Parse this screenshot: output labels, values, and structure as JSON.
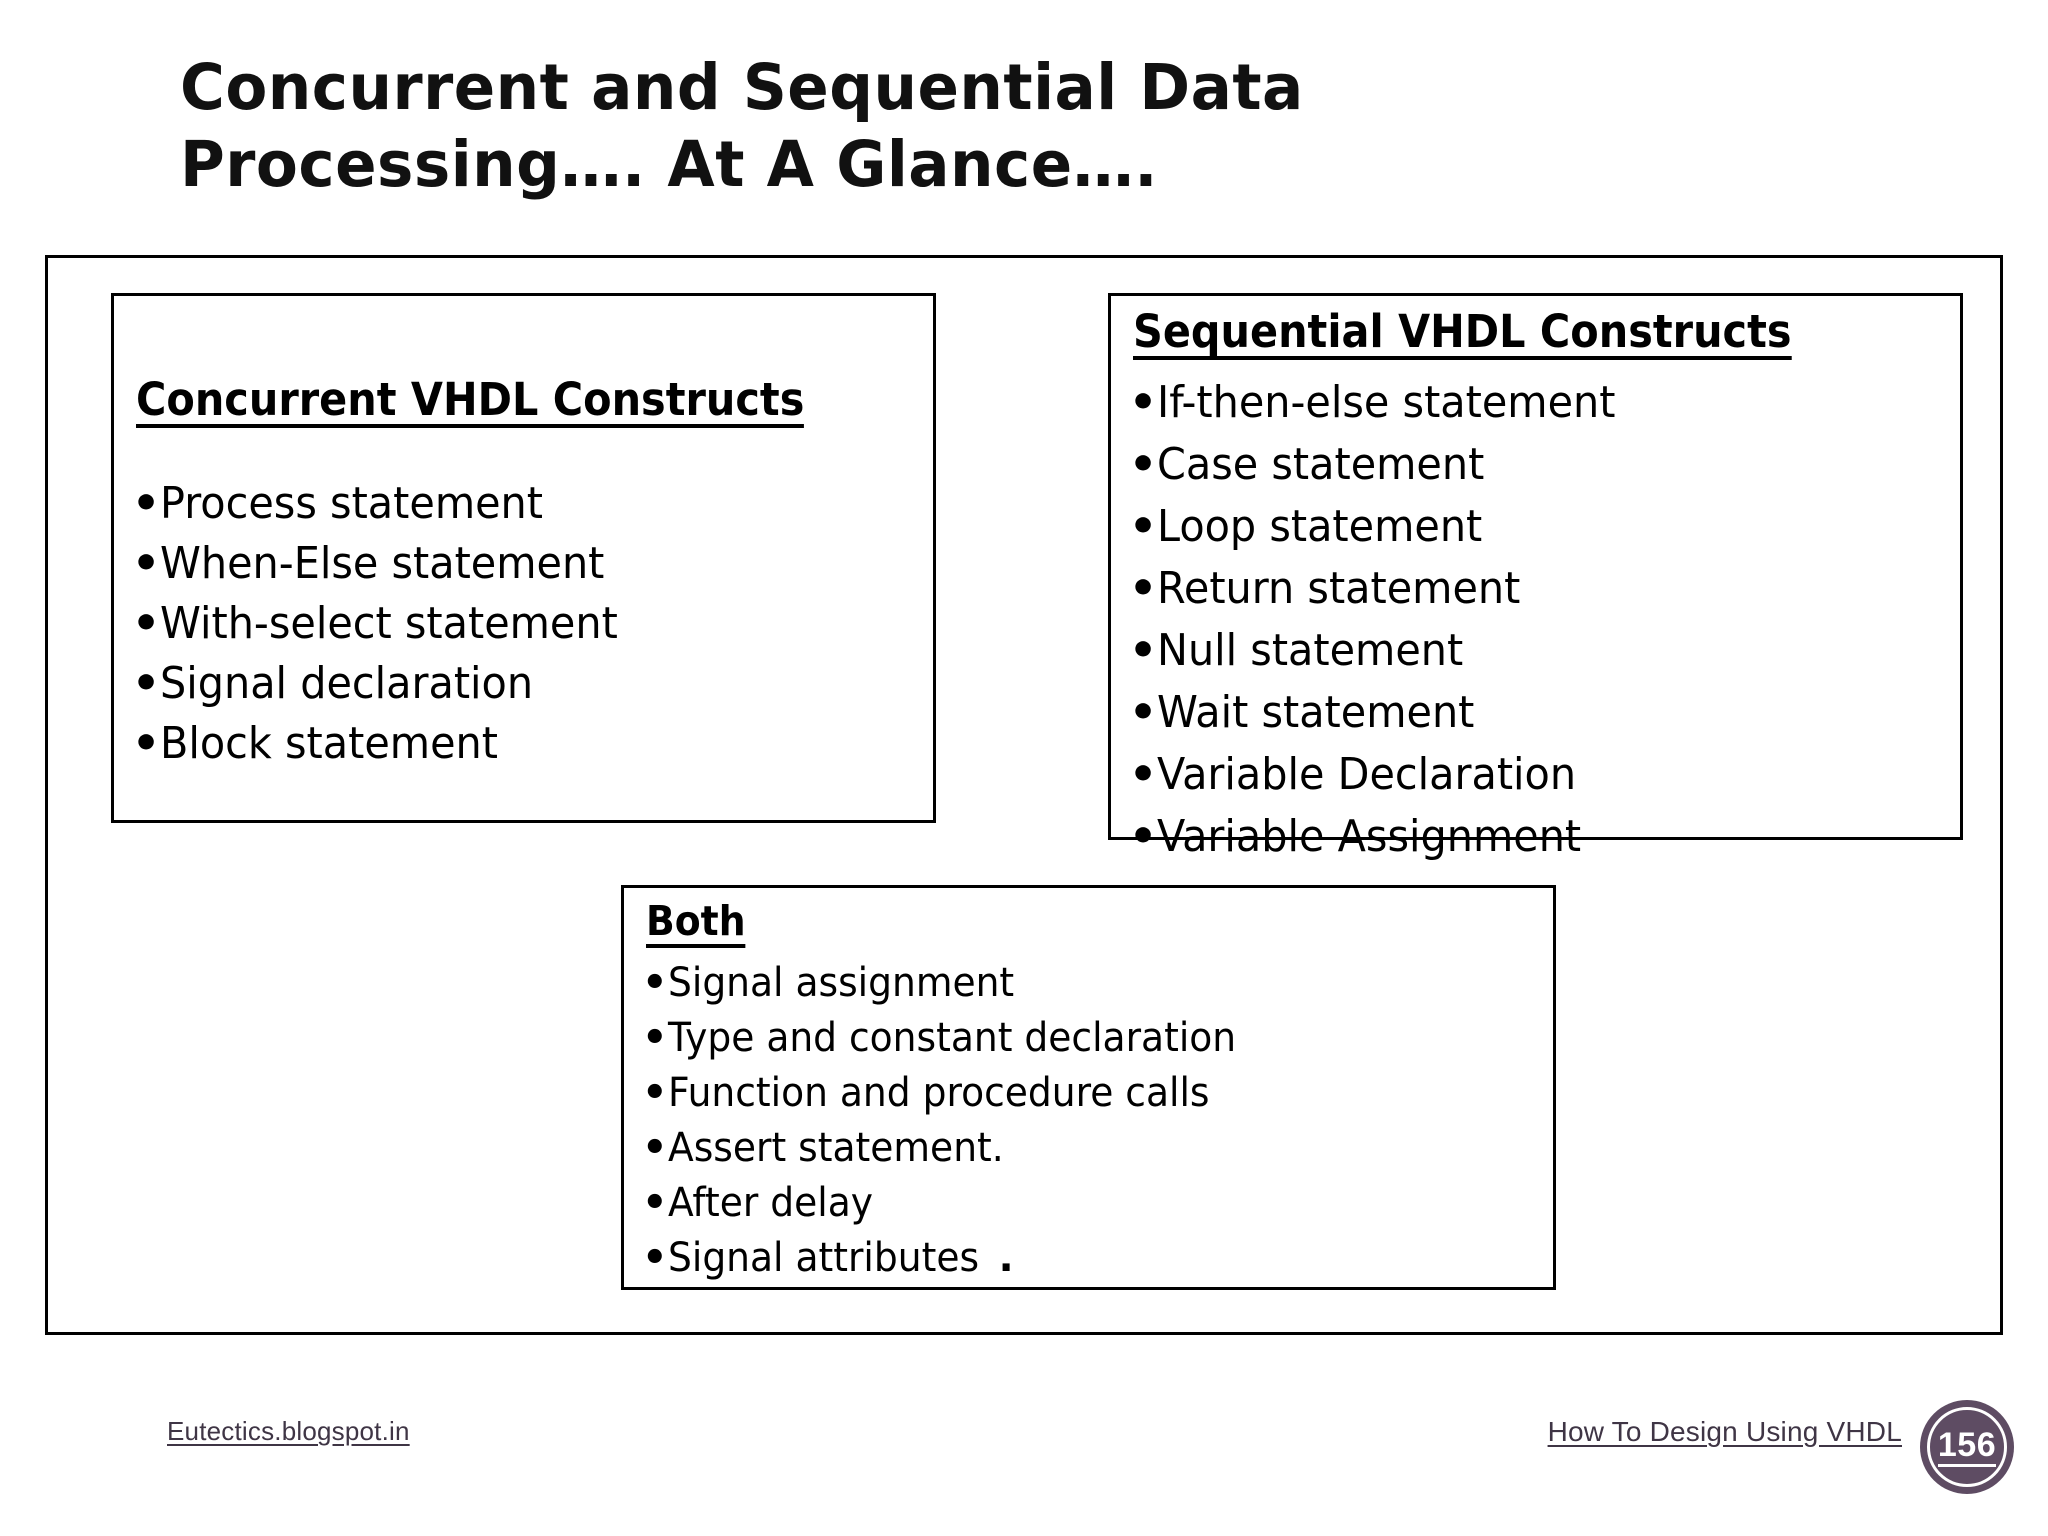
{
  "slide": {
    "title_line1": "Concurrent and Sequential Data",
    "title_line2": "Processing…. At A Glance…."
  },
  "concurrent": {
    "heading": "Concurrent VHDL Constructs",
    "bullet_char": "•",
    "items": [
      "Process statement",
      "When-Else statement",
      "With-select statement",
      "Signal declaration",
      "Block statement"
    ]
  },
  "sequential": {
    "heading": "Sequential VHDL Constructs",
    "bullet_char": "•",
    "items": [
      "If-then-else statement",
      "Case statement",
      "Loop statement",
      "Return statement",
      "Null statement",
      "Wait statement",
      "Variable Declaration",
      "Variable Assignment"
    ]
  },
  "both": {
    "heading": "Both",
    "bullet_char": "•",
    "items": [
      "Signal assignment",
      "Type and constant declaration",
      "Function and procedure calls",
      "Assert statement.",
      "After delay",
      "Signal attributes"
    ],
    "last_item_trailing_dot": "."
  },
  "footer": {
    "left_link": "Eutectics.blogspot.in",
    "right_link": "How To Design Using VHDL",
    "page_number": "156",
    "badge_color": "#5e4c63",
    "link_color": "#3f3545"
  }
}
